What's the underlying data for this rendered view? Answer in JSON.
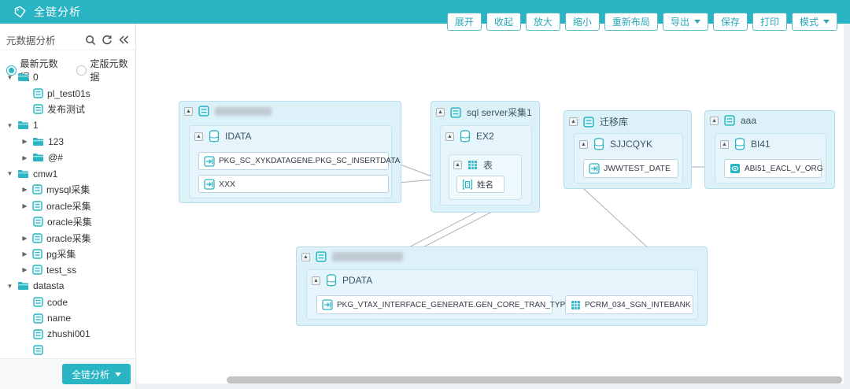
{
  "header": {
    "title": "全链分析"
  },
  "sidebar": {
    "panel_title": "元数据分析",
    "icons": [
      "search-icon",
      "refresh-icon",
      "collapse-panel-icon"
    ],
    "radios": [
      {
        "label": "最新元数据",
        "selected": true
      },
      {
        "label": "定版元数据",
        "selected": false
      }
    ],
    "tree": [
      {
        "label": "0",
        "type": "folder",
        "caret": "down"
      },
      {
        "label": "pl_test01s",
        "type": "doc",
        "caret": "none"
      },
      {
        "label": "发布测试",
        "type": "doc",
        "caret": "none"
      },
      {
        "label": "1",
        "type": "folder",
        "caret": "down"
      },
      {
        "label": "123",
        "type": "folder",
        "caret": "right"
      },
      {
        "label": "@#",
        "type": "folder",
        "caret": "right"
      },
      {
        "label": "cmw1",
        "type": "folder",
        "caret": "down"
      },
      {
        "label": "mysql采集",
        "type": "doc",
        "caret": "right"
      },
      {
        "label": "oracle采集",
        "type": "doc",
        "caret": "right"
      },
      {
        "label": "oracle采集",
        "type": "doc",
        "caret": "none"
      },
      {
        "label": "oracle采集",
        "type": "doc",
        "caret": "right"
      },
      {
        "label": "pg采集",
        "type": "doc",
        "caret": "right"
      },
      {
        "label": "test_ss",
        "type": "doc",
        "caret": "right"
      },
      {
        "label": "datasta",
        "type": "folder",
        "caret": "down"
      },
      {
        "label": "code",
        "type": "doc",
        "caret": "none"
      },
      {
        "label": "name",
        "type": "doc",
        "caret": "none"
      },
      {
        "label": "zhushi001",
        "type": "doc",
        "caret": "none"
      }
    ],
    "action_button": "全链分析",
    "carets": {
      "down": "▼",
      "right": "▶"
    }
  },
  "toolbar": {
    "buttons": [
      {
        "label": "展开"
      },
      {
        "label": "收起"
      },
      {
        "label": "放大"
      },
      {
        "label": "缩小"
      },
      {
        "label": "重新布局"
      },
      {
        "label": "导出",
        "dropdown": true
      },
      {
        "label": "保存"
      },
      {
        "label": "打印"
      },
      {
        "label": "模式",
        "dropdown": true
      }
    ]
  },
  "graph": {
    "groups": [
      {
        "title": "",
        "redacted": true,
        "db": {
          "title": "IDATA"
        },
        "leaves": [
          {
            "label": "PKG_SC_XYKDATAGENE.PKG_SC_INSERTDATA",
            "icon": "procedure-icon"
          },
          {
            "label": "XXX",
            "icon": "procedure-icon"
          }
        ]
      },
      {
        "title": "sql server采集1",
        "db": {
          "title": "EX2"
        },
        "subgroup": {
          "title": "表",
          "icon": "table-icon"
        },
        "leaves": [
          {
            "label": "姓名",
            "icon": "column-icon"
          }
        ]
      },
      {
        "title": "迁移库",
        "db": {
          "title": "SJJCQYK"
        },
        "leaves": [
          {
            "label": "JWWTEST_DATE",
            "icon": "procedure-icon"
          }
        ]
      },
      {
        "title": "aaa",
        "db": {
          "title": "BI41"
        },
        "leaves": [
          {
            "label": "ABI51_EACL_V_ORG",
            "icon": "view-icon"
          }
        ]
      },
      {
        "title": "",
        "redacted": true,
        "db": {
          "title": "PDATA"
        },
        "leaves": [
          {
            "label": "PKG_VTAX_INTERFACE_GENERATE.GEN_CORE_TRAN_TYPE",
            "icon": "procedure-icon"
          },
          {
            "label": "PCRM_034_SGN_INTEBANK",
            "icon": "table-icon"
          }
        ]
      }
    ],
    "edges": [
      {
        "from": "PKG_SC_XYKDATAGENE.PKG_SC_INSERTDATA",
        "to": "表"
      },
      {
        "from": "XXX",
        "to": "表"
      },
      {
        "from": "JWWTEST_DATE",
        "to": "ABI51_EACL_V_ORG"
      },
      {
        "from": "PKG_VTAX_INTERFACE_GENERATE.GEN_CORE_TRAN_TYPE",
        "to": "PCRM_034_SGN_INTEBANK"
      },
      {
        "from": "姓名",
        "to": "PKG_VTAX_INTERFACE_GENERATE.GEN_CORE_TRAN_TYPE"
      },
      {
        "from": "PCRM_034_SGN_INTEBANK",
        "to": "JWWTEST_DATE"
      }
    ]
  },
  "colors": {
    "accent": "#2ab5c4",
    "header_bg": "#29b4c4",
    "group_fill": "#ddf1f9",
    "group_border": "#b5ddee",
    "inner_fill": "#e6f5fb",
    "edge": "#a7b2ba",
    "scrollbar": "#c3c3c3"
  }
}
